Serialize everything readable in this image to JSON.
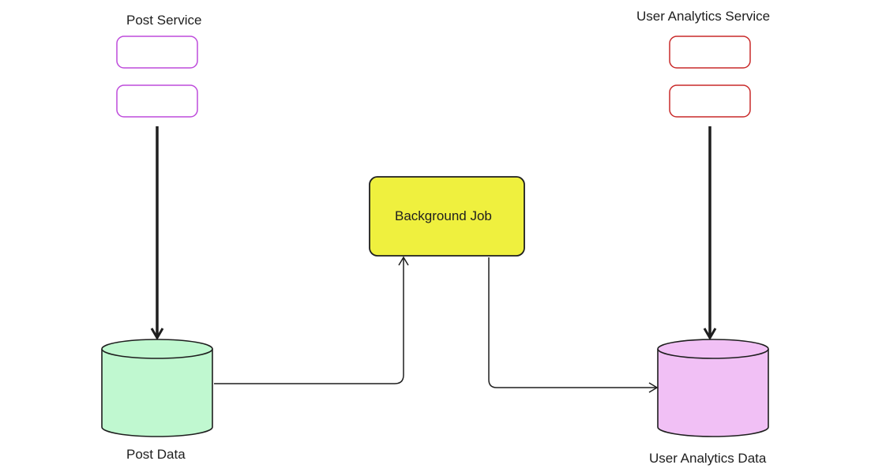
{
  "labels": {
    "post_service": "Post Service",
    "user_analytics_service": "User Analytics Service",
    "background_job": "Background Job",
    "post_data": "Post Data",
    "user_analytics_data": "User Analytics Data"
  },
  "colors": {
    "post_service_stroke": "#be4bdb",
    "user_analytics_service_stroke": "#c92a2a",
    "background_job_fill": "#eff03e",
    "post_data_fill": "#c0f8d0",
    "user_analytics_data_fill": "#f1c0f5",
    "line": "#1e1e1e"
  }
}
